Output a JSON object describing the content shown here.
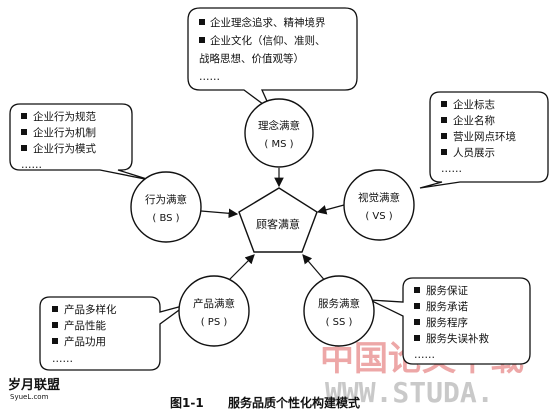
{
  "caption": {
    "number": "图1-1",
    "title": "服务品质个性化构建模式"
  },
  "center": {
    "label": "顾客满意"
  },
  "nodes": {
    "ms": {
      "label": "理念满意",
      "code": "( MS )"
    },
    "bs": {
      "label": "行为满意",
      "code": "( BS )"
    },
    "vs": {
      "label": "视觉满意",
      "code": "( VS )"
    },
    "ps": {
      "label": "产品满意",
      "code": "( PS )"
    },
    "ss": {
      "label": "服务满意",
      "code": "( SS )"
    }
  },
  "bubbles": {
    "ms": {
      "lines": [
        "企业理念追求、精神境界",
        "企业文化（信仰、准则、",
        "战略思想、价值观等）",
        "……"
      ]
    },
    "bs": {
      "lines": [
        "企业行为规范",
        "企业行为机制",
        "企业行为模式",
        "……"
      ]
    },
    "vs": {
      "lines": [
        "企业标志",
        "企业名称",
        "营业网点环境",
        "人员展示",
        "……"
      ]
    },
    "ps": {
      "lines": [
        "产品多样化",
        "产品性能",
        "产品功用",
        "……"
      ]
    },
    "ss": {
      "lines": [
        "服务保证",
        "服务承诺",
        "服务程序",
        "服务失误补救",
        "……"
      ]
    }
  },
  "watermarks": {
    "cn": "中国论文下载",
    "url": "WWW.STUDA.",
    "logo_main": "岁月联盟",
    "logo_sub": "SyueL.com"
  }
}
